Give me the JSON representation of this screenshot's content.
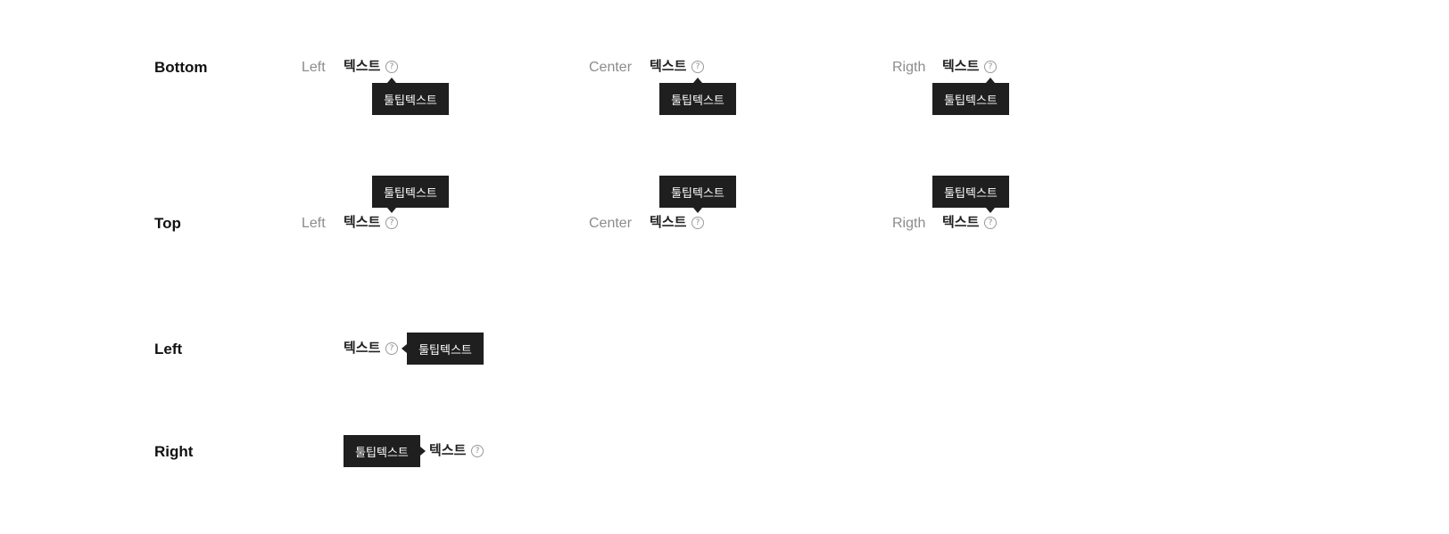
{
  "rows": {
    "bottom": "Bottom",
    "top": "Top",
    "left": "Left",
    "right": "Right"
  },
  "positions": {
    "left": "Left",
    "center": "Center",
    "right": "Rigth"
  },
  "text": "텍스트",
  "tooltip": "툴팁텍스트",
  "help_glyph": "?",
  "colors": {
    "tooltip_bg": "#1f1f1f",
    "tooltip_text": "#ffffff",
    "muted": "#8c8c8c"
  },
  "icons": [
    "help-circle-icon"
  ]
}
